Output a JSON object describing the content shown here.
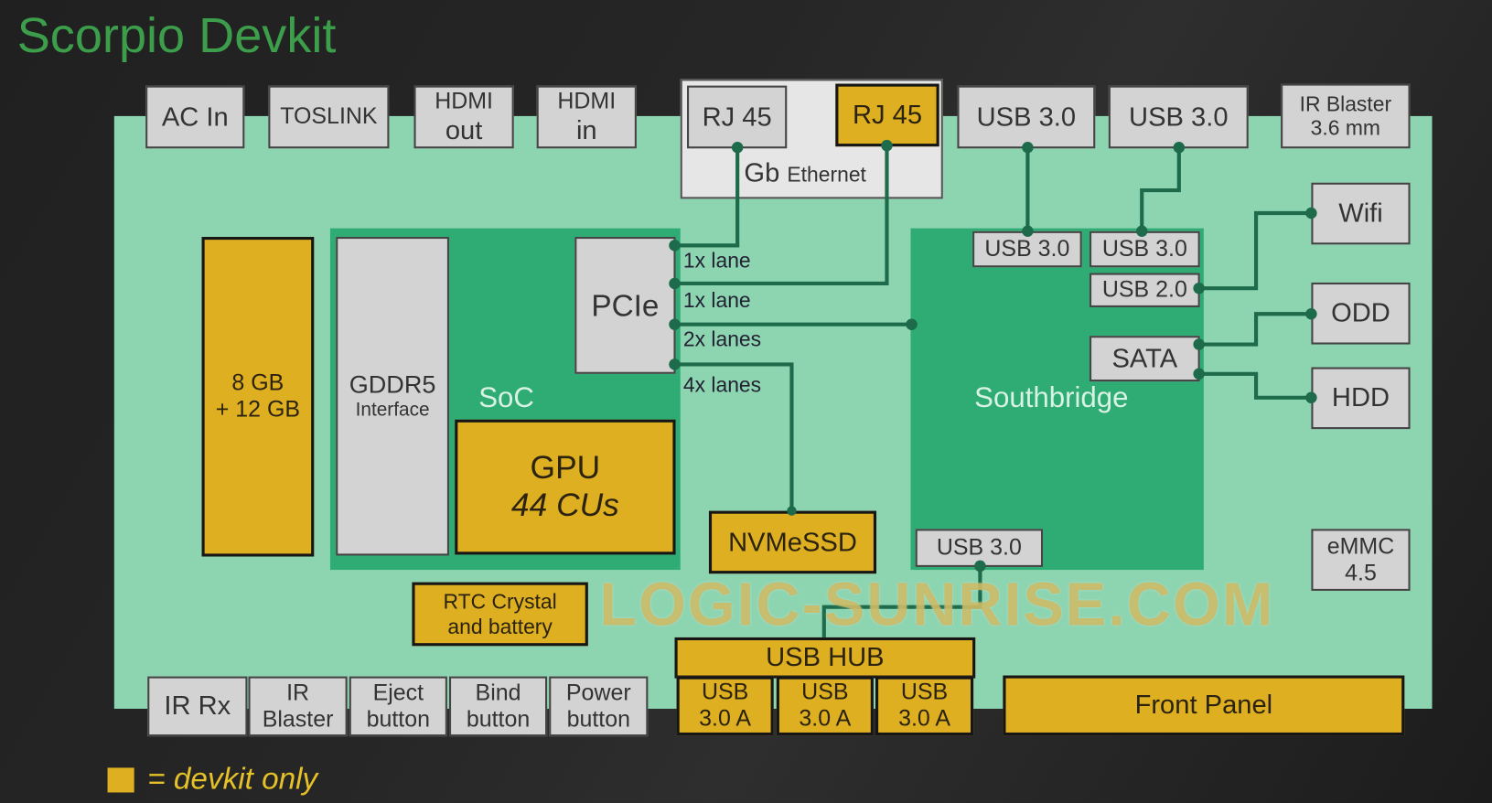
{
  "title": "Scorpio Devkit",
  "top_ports": {
    "ac_in": "AC In",
    "toslink": "TOSLINK",
    "hdmi_out": [
      "HDMI",
      "out"
    ],
    "hdmi_in": [
      "HDMI",
      "in"
    ],
    "rj45_a": "RJ 45",
    "rj45_b": "RJ 45",
    "gb": "Gb",
    "ethernet": "Ethernet",
    "usb30_a": "USB 3.0",
    "usb30_b": "USB 3.0",
    "ir_blaster": [
      "IR Blaster",
      "3.6 mm"
    ]
  },
  "memory": [
    "8 GB",
    "+ 12 GB"
  ],
  "soc": {
    "label": "SoC",
    "gddr5": "GDDR5",
    "interface": "Interface",
    "pcie": "PCIe",
    "gpu": "GPU",
    "cus": "44 CUs"
  },
  "lanes": [
    "1x lane",
    "1x lane",
    "2x lanes",
    "4x lanes"
  ],
  "southbridge": {
    "label": "Southbridge",
    "usb30_a": "USB 3.0",
    "usb30_b": "USB 3.0",
    "usb20": "USB 2.0",
    "sata": "SATA",
    "usb30_bottom": "USB 3.0"
  },
  "right": {
    "wifi": "Wifi",
    "odd": "ODD",
    "hdd": "HDD",
    "emmc": [
      "eMMC",
      "4.5"
    ]
  },
  "nvme": "NVMeSSD",
  "rtc": [
    "RTC Crystal",
    "and battery"
  ],
  "usb_hub": "USB HUB",
  "usb_ports": [
    [
      "USB",
      "3.0 A"
    ],
    [
      "USB",
      "3.0 A"
    ],
    [
      "USB",
      "3.0 A"
    ]
  ],
  "front_panel": "Front Panel",
  "bottom_buttons": [
    [
      "IR Rx"
    ],
    [
      "IR",
      "Blaster"
    ],
    [
      "Eject",
      "button"
    ],
    [
      "Bind",
      "button"
    ],
    [
      "Power",
      "button"
    ]
  ],
  "legend": "= devkit only",
  "watermark": "LOGIC-SUNRISE.COM",
  "colors": {
    "devkit": "#deaf20",
    "board": "#8dd4b1",
    "panel": "#2fab74",
    "line": "#1d6b4a"
  }
}
